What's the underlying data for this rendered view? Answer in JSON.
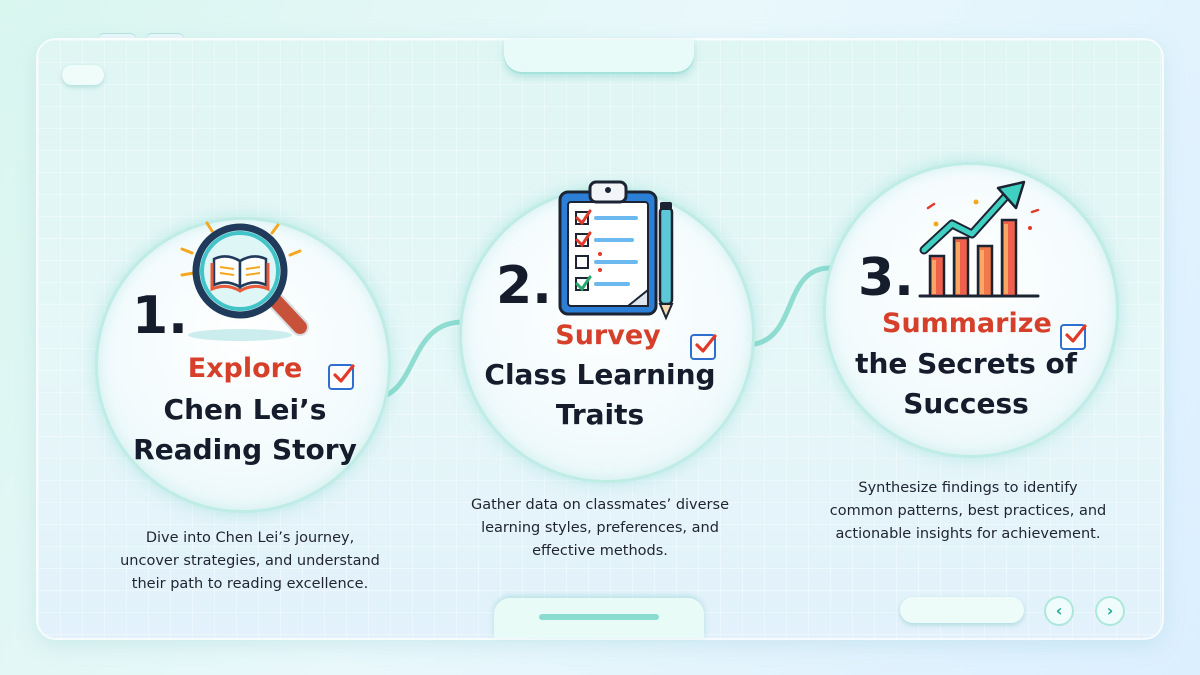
{
  "steps": [
    {
      "number": "1.",
      "action": "Explore",
      "title_line1": "Chen Lei’s",
      "title_line2": "Reading Story",
      "description_lines": [
        "Dive into Chen Lei’s journey,",
        "uncover strategies, and understand",
        "their path to reading excellence."
      ],
      "icon": "magnifying-glass-book-icon"
    },
    {
      "number": "2.",
      "action": "Survey",
      "title_line1": "Class Learning",
      "title_line2": "Traits",
      "description_lines": [
        "Gather data on classmates’ diverse",
        "learning styles, preferences, and",
        "effective methods."
      ],
      "icon": "clipboard-checklist-icon"
    },
    {
      "number": "3.",
      "action": "Summarize",
      "title_line1": "the Secrets of",
      "title_line2": "Success",
      "description_lines": [
        "Synthesize findings to identify",
        "common patterns, best practices, and",
        "actionable insights for achievement."
      ],
      "icon": "rising-bar-chart-icon"
    }
  ],
  "nav": {
    "prev": "‹",
    "next": "›"
  },
  "colors": {
    "accent": "#d6402b",
    "teal": "#7fd9cc",
    "check_blue": "#2f6fd0"
  }
}
